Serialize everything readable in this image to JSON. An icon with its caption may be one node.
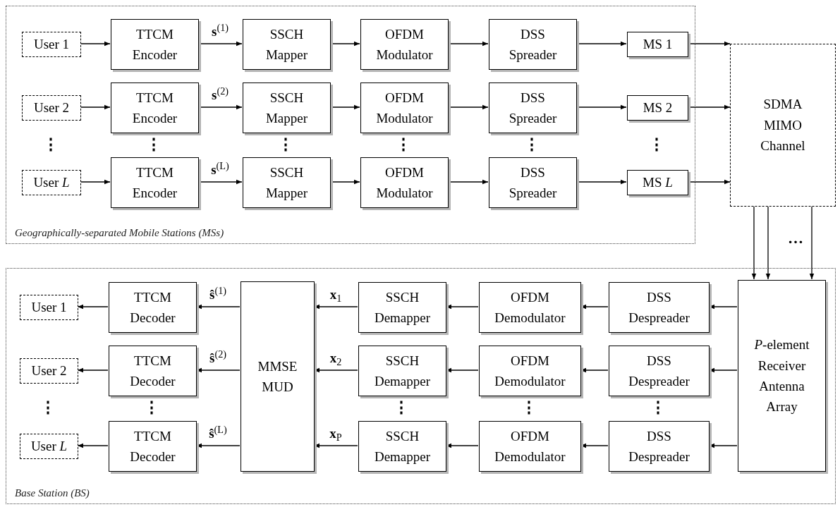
{
  "diagram": {
    "nodes": [
      {
        "text": [
          "Geographically-separated Mobile Stations (MSs)"
        ]
      },
      {
        "text": [
          "User 1"
        ],
        "in": 0
      },
      {
        "text": [
          "TTCM Encoder"
        ],
        "in": 0
      },
      {
        "text": [
          "SSCH Mapper"
        ],
        "in": 0
      },
      {
        "text": [
          "OFDM Modulator"
        ],
        "in": 0
      },
      {
        "text": [
          "DSS Spreader"
        ],
        "in": 0
      },
      {
        "text": [
          "MS 1"
        ],
        "in": 0
      },
      {
        "text": [
          "User 2"
        ],
        "in": 0
      },
      {
        "text": [
          "TTCM Encoder"
        ],
        "in": 0
      },
      {
        "text": [
          "SSCH Mapper"
        ],
        "in": 0
      },
      {
        "text": [
          "OFDM Modulator"
        ],
        "in": 0
      },
      {
        "text": [
          "DSS Spreader"
        ],
        "in": 0
      },
      {
        "text": [
          "MS 2"
        ],
        "in": 0
      },
      {
        "text": [
          "User *L*"
        ],
        "in": 0
      },
      {
        "text": [
          "TTCM Encoder"
        ],
        "in": 0
      },
      {
        "text": [
          "SSCH Mapper"
        ],
        "in": 0
      },
      {
        "text": [
          "OFDM Modulator"
        ],
        "in": 0
      },
      {
        "text": [
          "DSS Spreader"
        ],
        "in": 0
      },
      {
        "text": [
          "MS *L*"
        ],
        "in": 0
      },
      {
        "text": [
          "SDMA MIMO Channel"
        ]
      },
      {
        "text": [
          "Base Station (BS)"
        ]
      },
      {
        "text": [
          "*P*-element Receiver Antenna Array"
        ],
        "in": 20
      },
      {
        "text": [
          "MMSE MUD"
        ],
        "in": 20
      },
      {
        "text": [
          "User 1"
        ],
        "in": 20
      },
      {
        "text": [
          "TTCM Decoder"
        ],
        "in": 20
      },
      {
        "text": [
          "SSCH Demapper"
        ],
        "in": 20
      },
      {
        "text": [
          "OFDM Demodulator"
        ],
        "in": 20
      },
      {
        "text": [
          "DSS Despreader"
        ],
        "in": 20
      },
      {
        "text": [
          "User 2"
        ],
        "in": 20
      },
      {
        "text": [
          "TTCM Decoder"
        ],
        "in": 20
      },
      {
        "text": [
          "SSCH Demapper"
        ],
        "in": 20
      },
      {
        "text": [
          "OFDM Demodulator"
        ],
        "in": 20
      },
      {
        "text": [
          "DSS Despreader"
        ],
        "in": 20
      },
      {
        "text": [
          "User *L*"
        ],
        "in": 20
      },
      {
        "text": [
          "TTCM Decoder"
        ],
        "in": 20
      },
      {
        "text": [
          "SSCH Demapper"
        ],
        "in": 20
      },
      {
        "text": [
          "OFDM Demodulator"
        ],
        "in": 20
      },
      {
        "text": [
          "DSS Despreader"
        ],
        "in": 20
      }
    ],
    "edges": [
      {
        "from": 1,
        "to": 2,
        "arrow": "to"
      },
      {
        "from": 2,
        "to": 3,
        "arrow": "to",
        "label": "**s**$^{(1)}$"
      },
      {
        "from": 3,
        "to": 4,
        "arrow": "to"
      },
      {
        "from": 4,
        "to": 5,
        "arrow": "to"
      },
      {
        "from": 5,
        "to": 6,
        "arrow": "to"
      },
      {
        "from": 6,
        "to": 19,
        "arrow": "to"
      },
      {
        "from": 7,
        "to": 8,
        "arrow": "to"
      },
      {
        "from": 8,
        "to": 9,
        "arrow": "to",
        "label": "**s**$^{(2)}$"
      },
      {
        "from": 9,
        "to": 10,
        "arrow": "to"
      },
      {
        "from": 10,
        "to": 11,
        "arrow": "to"
      },
      {
        "from": 11,
        "to": 12,
        "arrow": "to"
      },
      {
        "from": 12,
        "to": 19,
        "arrow": "to"
      },
      {
        "from": 13,
        "to": 14,
        "arrow": "to"
      },
      {
        "from": 14,
        "to": 15,
        "arrow": "to",
        "label": "**s**$^{(L)}$"
      },
      {
        "from": 15,
        "to": 16,
        "arrow": "to"
      },
      {
        "from": 16,
        "to": 17,
        "arrow": "to"
      },
      {
        "from": 17,
        "to": 18,
        "arrow": "to"
      },
      {
        "from": 18,
        "to": 19,
        "arrow": "to"
      },
      {
        "from": 19,
        "to": 21,
        "arrow": "to"
      },
      {
        "from": 19,
        "to": 21,
        "arrow": "to"
      },
      {
        "from": 19,
        "to": 21,
        "arrow": "to"
      },
      {
        "from": 21,
        "to": 27,
        "arrow": "to"
      },
      {
        "from": 27,
        "to": 26,
        "arrow": "to"
      },
      {
        "from": 26,
        "to": 25,
        "arrow": "to"
      },
      {
        "from": 25,
        "to": 22,
        "arrow": "to",
        "label": "**x**$_{1}$"
      },
      {
        "from": 22,
        "to": 24,
        "arrow": "to",
        "label": "**ŝ**$^{(1)}$"
      },
      {
        "from": 24,
        "to": 23,
        "arrow": "to"
      },
      {
        "from": 21,
        "to": 32,
        "arrow": "to"
      },
      {
        "from": 32,
        "to": 31,
        "arrow": "to"
      },
      {
        "from": 31,
        "to": 30,
        "arrow": "to"
      },
      {
        "from": 30,
        "to": 22,
        "arrow": "to",
        "label": "**x**$_{2}$"
      },
      {
        "from": 22,
        "to": 29,
        "arrow": "to",
        "label": "**ŝ**$^{(2)}$"
      },
      {
        "from": 29,
        "to": 28,
        "arrow": "to"
      },
      {
        "from": 21,
        "to": 37,
        "arrow": "to"
      },
      {
        "from": 37,
        "to": 36,
        "arrow": "to"
      },
      {
        "from": 36,
        "to": 35,
        "arrow": "to"
      },
      {
        "from": 35,
        "to": 22,
        "arrow": "to",
        "label": "**x**$_{P}$"
      },
      {
        "from": 22,
        "to": 34,
        "arrow": "to",
        "label": "**ŝ**$^{(L)}$"
      },
      {
        "from": 34,
        "to": 33,
        "arrow": "to"
      }
    ],
    "labels": [
      "⋮",
      "⋮",
      "⋮",
      "⋮",
      "⋮",
      "⋮",
      "…",
      "⋮",
      "⋮",
      "⋮",
      "⋮",
      "⋮"
    ]
  }
}
